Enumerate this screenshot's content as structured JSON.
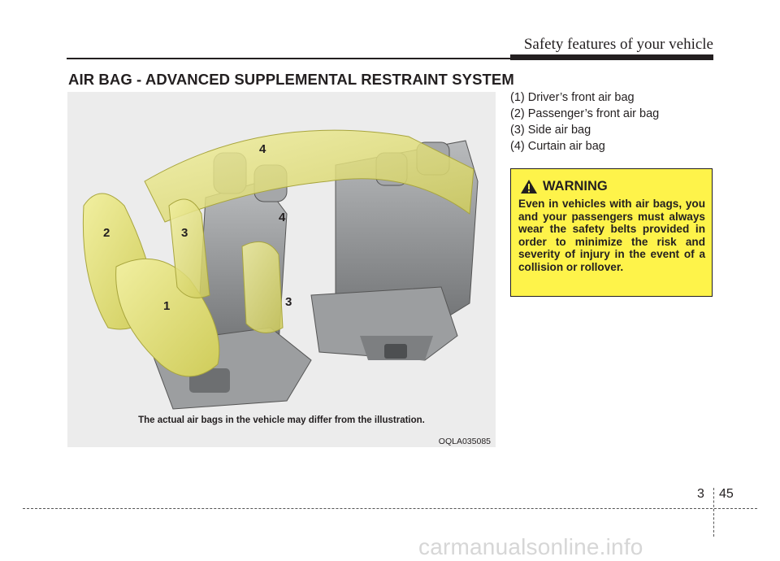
{
  "header": {
    "section_title": "Safety features of your vehicle"
  },
  "page_title": "AIR BAG - ADVANCED SUPPLEMENTAL RESTRAINT SYSTEM",
  "figure": {
    "callouts": [
      "1",
      "2",
      "3",
      "3",
      "4",
      "4"
    ],
    "caption": "The actual air bags in the vehicle may differ from the illustration.",
    "code": "OQLA035085"
  },
  "airbag_list": [
    "(1) Driver’s front air bag",
    "(2) Passenger’s front air bag",
    "(3) Side air bag",
    "(4) Curtain air bag"
  ],
  "warning": {
    "title": "WARNING",
    "text": "Even in vehicles with air bags, you and your passengers must always wear the safety belts provided in order to minimize the risk and severity of injury in the event of a collision or rollover."
  },
  "footer": {
    "chapter": "3",
    "page": "45"
  },
  "watermark": "carmanualsonline.info",
  "colors": {
    "airbag_yellow": "#e8e67e",
    "warning_bg": "#fef34a",
    "seat_gray": "#8a8c8e",
    "figure_bg": "#ececec"
  }
}
